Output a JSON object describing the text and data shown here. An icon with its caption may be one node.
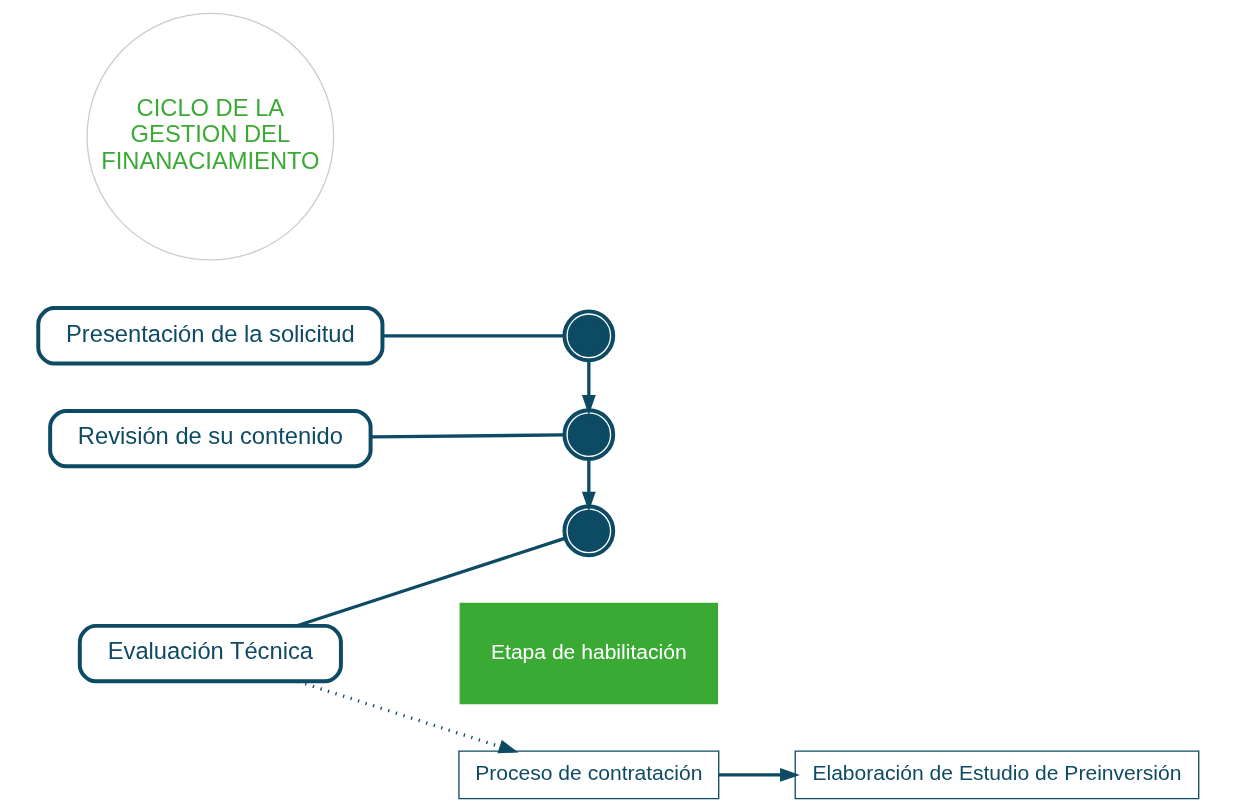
{
  "diagram": {
    "nodes": [
      {
        "text": [
          "CICLO DE LA GESTION DEL FINANACIAMIENTO"
        ]
      },
      {
        "text": [],
        "shape": "circle"
      },
      {
        "text": [],
        "shape": "circle"
      },
      {
        "text": [],
        "shape": "circle"
      },
      {
        "text": [
          "Presentación de la solicitud"
        ]
      },
      {
        "text": [
          "Revisión de su contenido"
        ]
      },
      {
        "text": [
          "Evaluación Técnica"
        ]
      },
      {
        "text": [
          "Etapa de habilitación"
        ]
      },
      {
        "text": [
          "Proceso de contratación"
        ]
      },
      {
        "text": [
          "Elaboración de Estudio de Preinversión"
        ]
      }
    ],
    "edges": [
      {
        "from": 1,
        "to": 2,
        "arrow": "to"
      },
      {
        "from": 2,
        "to": 3,
        "arrow": "to"
      },
      {
        "from": 4,
        "to": 1,
        "arrow": "none"
      },
      {
        "from": 5,
        "to": 2,
        "arrow": "none"
      },
      {
        "from": 6,
        "to": 3,
        "arrow": "none"
      },
      {
        "from": 6,
        "to": 8,
        "arrow": "to",
        "style": "dashed"
      },
      {
        "from": 8,
        "to": 9,
        "arrow": "to"
      }
    ]
  }
}
